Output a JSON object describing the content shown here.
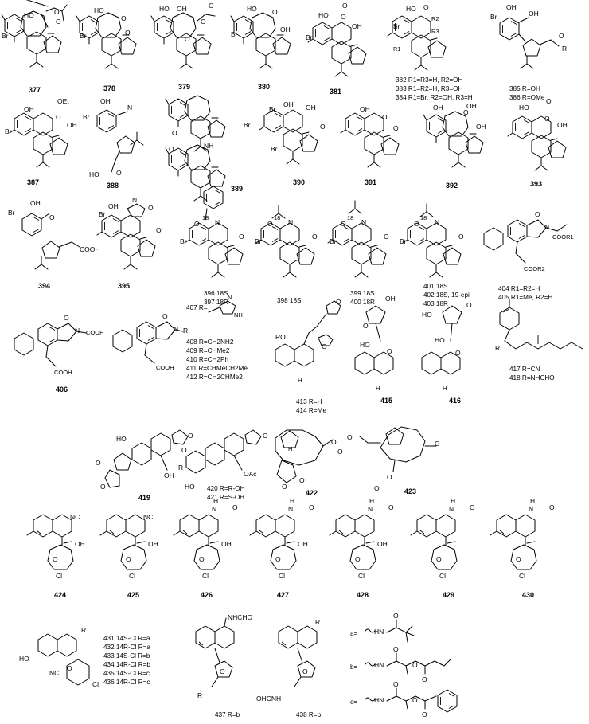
{
  "compounds": [
    {
      "id": "c377",
      "label": "377"
    },
    {
      "id": "c378",
      "label": "378"
    },
    {
      "id": "c379",
      "label": "379"
    },
    {
      "id": "c380",
      "label": "380"
    },
    {
      "id": "c381",
      "label": "381"
    },
    {
      "id": "c382",
      "label": "382 R1=R3=H, R2=OH"
    },
    {
      "id": "c383",
      "label": "383 R1=R2=H, R3=OH"
    },
    {
      "id": "c384",
      "label": "384 R1=Br, R2=OH, R3=H"
    },
    {
      "id": "c385",
      "label": "385 R=OH"
    },
    {
      "id": "c386",
      "label": "386 R=OMe"
    },
    {
      "id": "c387",
      "label": "387"
    },
    {
      "id": "c388",
      "label": "388"
    },
    {
      "id": "c389",
      "label": "389"
    },
    {
      "id": "c390",
      "label": "390"
    },
    {
      "id": "c391",
      "label": "391"
    },
    {
      "id": "c392",
      "label": "392"
    },
    {
      "id": "c393",
      "label": "393"
    },
    {
      "id": "c394",
      "label": "394"
    },
    {
      "id": "c395",
      "label": "395"
    },
    {
      "id": "c396",
      "label": "396 18S"
    },
    {
      "id": "c397",
      "label": "397 18R"
    },
    {
      "id": "c398",
      "label": "398 18S"
    },
    {
      "id": "c399",
      "label": "399 18S"
    },
    {
      "id": "c400",
      "label": "400 18R"
    },
    {
      "id": "c401",
      "label": "401 18S"
    },
    {
      "id": "c402",
      "label": "402 18S, 19-epi"
    },
    {
      "id": "c403",
      "label": "403 18R"
    },
    {
      "id": "c404",
      "label": "404 R1=R2=H"
    },
    {
      "id": "c405",
      "label": "405 R1=Me, R2=H"
    },
    {
      "id": "c406",
      "label": "406"
    },
    {
      "id": "c407",
      "label": "407 R="
    },
    {
      "id": "c408",
      "label": "408 R=CH2NH2"
    },
    {
      "id": "c409",
      "label": "409 R=CHMe2"
    },
    {
      "id": "c410",
      "label": "410 R=CH2Ph"
    },
    {
      "id": "c411",
      "label": "411 R=CHMeCH2Me"
    },
    {
      "id": "c412",
      "label": "412 R=CH2CHMe2"
    },
    {
      "id": "c413",
      "label": "413 R=H"
    },
    {
      "id": "c414",
      "label": "414 R=Me"
    },
    {
      "id": "c415",
      "label": "415"
    },
    {
      "id": "c416",
      "label": "416"
    },
    {
      "id": "c417",
      "label": "417 R=CN"
    },
    {
      "id": "c418",
      "label": "418 R=NHCHO"
    },
    {
      "id": "c419",
      "label": "419"
    },
    {
      "id": "c420",
      "label": "420 R=R-OH"
    },
    {
      "id": "c421",
      "label": "421 R=S-OH"
    },
    {
      "id": "c422",
      "label": "422"
    },
    {
      "id": "c423",
      "label": "423"
    },
    {
      "id": "c424",
      "label": "424"
    },
    {
      "id": "c425",
      "label": "425"
    },
    {
      "id": "c426",
      "label": "426"
    },
    {
      "id": "c427",
      "label": "427"
    },
    {
      "id": "c428",
      "label": "428"
    },
    {
      "id": "c429",
      "label": "429"
    },
    {
      "id": "c430",
      "label": "430"
    },
    {
      "id": "c431",
      "label": "431 14S-Cl R=a"
    },
    {
      "id": "c432",
      "label": "432 14R-Cl R=a"
    },
    {
      "id": "c433",
      "label": "433 14S-Cl R=b"
    },
    {
      "id": "c434",
      "label": "434 14R-Cl R=b"
    },
    {
      "id": "c435",
      "label": "435 14S-Cl R=c"
    },
    {
      "id": "c436",
      "label": "436 14R-Cl R=c"
    },
    {
      "id": "c437",
      "label": "437 R=b"
    },
    {
      "id": "c438",
      "label": "438 R=b"
    }
  ],
  "atoms": {
    "br": "Br",
    "ho": "HO",
    "oh": "OH",
    "o": "O",
    "n": "N",
    "nh": "NH",
    "h": "H",
    "cl": "Cl",
    "nc": "NC",
    "cn": "CN",
    "r": "R",
    "r1": "R1",
    "r2": "R2",
    "r3": "R3",
    "oet": "OEt",
    "oac": "OAc",
    "ome": "OMe",
    "cooh": "COOH",
    "coor1": "COOR1",
    "coor2": "COOR2",
    "ro": "RO",
    "nhcho": "NHCHO",
    "ohcnh": "OHCNH",
    "hn": "HN",
    "n18": "18",
    "hn_a": "HN",
    "hn_b": "HN",
    "hn_c": "HN"
  },
  "substituents": {
    "a": "a=",
    "b": "b=",
    "c": "c="
  }
}
